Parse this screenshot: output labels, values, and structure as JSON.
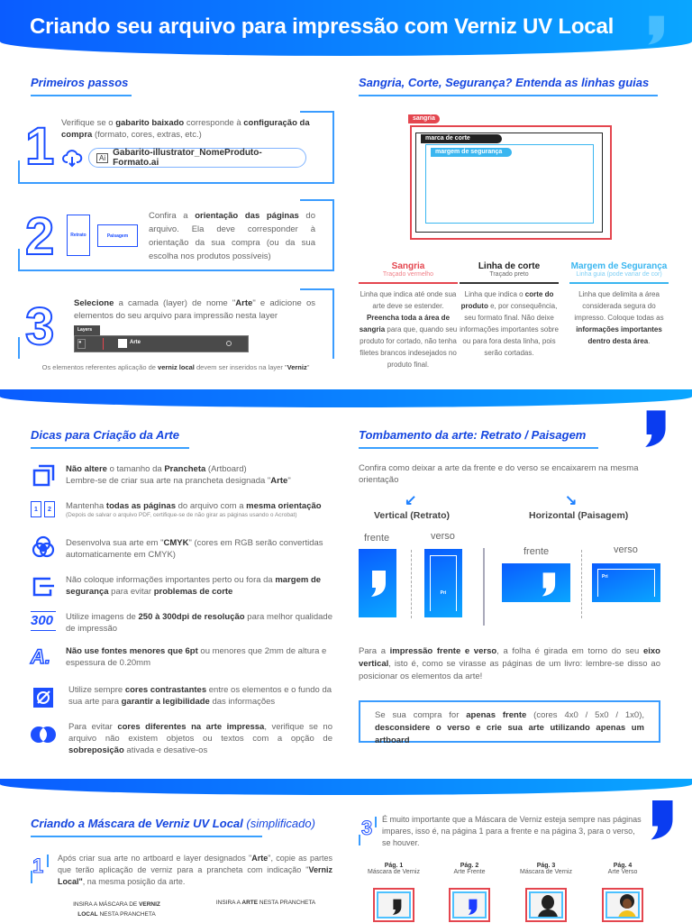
{
  "header": {
    "title": "Criando seu arquivo para impressão com Verniz UV Local"
  },
  "colors": {
    "brand_blue": "#1546e0",
    "gradient_start": "#0a5cff",
    "gradient_end": "#0aa6ff",
    "sangria": "#e4464f",
    "corte": "#222222",
    "seguranca": "#3ab6f0"
  },
  "primeiros": {
    "title": "Primeiros passos",
    "steps": [
      {
        "num": "1",
        "text": [
          [
            "Verifique se o ",
            0
          ],
          [
            "gabarito baixado",
            1
          ],
          [
            " corresponde à ",
            0
          ],
          [
            "configuração da compra",
            1
          ],
          [
            " (formato, cores, extras, etc.)",
            0
          ]
        ],
        "file_icon": "Ai",
        "file_name": "Gabarito-illustrator_NomeProduto-Formato.ai"
      },
      {
        "num": "2",
        "retrato": "Retrato",
        "paisagem": "Paisagem",
        "text": [
          [
            "Confira a ",
            0
          ],
          [
            "orientação das páginas",
            1
          ],
          [
            " do arquivo. Ela deve corresponder à orientação da sua compra (ou da sua escolha nos produtos possíveis)",
            0
          ]
        ]
      },
      {
        "num": "3",
        "text": [
          [
            "Selecione",
            1
          ],
          [
            " a camada (layer) de nome \"",
            0
          ],
          [
            "Arte",
            1
          ],
          [
            "\" e adicione os elementos do seu arquivo para impressão nesta layer",
            0
          ]
        ],
        "layers_tab": "Layers",
        "layer_name": "Arte"
      }
    ],
    "caption": [
      [
        "Os elementos referentes aplicação de ",
        0
      ],
      [
        "verniz local",
        1
      ],
      [
        " devem ser inseridos na layer \"",
        0
      ],
      [
        "Verniz",
        1
      ],
      [
        "\"",
        0
      ]
    ]
  },
  "linhas": {
    "title": "Sangria, Corte, Segurança? Entenda as linhas guias",
    "tags": {
      "sangria": "sangria",
      "corte": "marca de corte",
      "seguranca": "margem de segurança"
    },
    "cols": [
      {
        "title": "Sangria",
        "sub": "Traçado vermelho",
        "body": [
          [
            "Linha que indica até onde sua arte deve se estender. ",
            0
          ],
          [
            "Preencha toda a área de sangria",
            1
          ],
          [
            " para que, quando seu produto for cortado, não tenha filetes brancos indesejados no produto final.",
            0
          ]
        ]
      },
      {
        "title": "Linha de corte",
        "sub": "Traçado preto",
        "body": [
          [
            "Linha que indica o ",
            0
          ],
          [
            "corte do produto",
            1
          ],
          [
            " e, por consequência, seu formato final. Não deixe informações importantes sobre ou para fora desta linha, pois serão cortadas.",
            0
          ]
        ]
      },
      {
        "title": "Margem de Segurança",
        "sub": "Linha guia (pode variar de cor)",
        "body": [
          [
            "Linha que delimita a área considerada segura do impresso. Coloque todas as ",
            0
          ],
          [
            "informações importantes dentro desta área",
            1
          ],
          [
            ".",
            0
          ]
        ]
      }
    ]
  },
  "dicas": {
    "title": "Dicas para Criação da Arte",
    "items": [
      {
        "icon": "artboard-icon",
        "text": [
          [
            "Não altere",
            1
          ],
          [
            " o tamanho da ",
            0
          ],
          [
            "Prancheta",
            1
          ],
          [
            " (Artboard)\nLembre-se de criar sua arte na prancheta designada \"",
            0
          ],
          [
            "Arte",
            1
          ],
          [
            "\"",
            0
          ]
        ]
      },
      {
        "icon": "pages-icon",
        "p1": "1",
        "p2": "2",
        "text": [
          [
            "Mantenha ",
            0
          ],
          [
            "todas as páginas",
            1
          ],
          [
            " do arquivo com a ",
            0
          ],
          [
            "mesma orientação",
            1
          ]
        ],
        "note": "(Depois de salvar o arquivo PDF, certifique-se de não girar as páginas usando o Acrobat)"
      },
      {
        "icon": "cmyk-icon",
        "text": [
          [
            "Desenvolva sua arte em \"",
            0
          ],
          [
            "CMYK",
            1
          ],
          [
            "\" (cores em RGB serão convertidas automaticamente em CMYK)",
            0
          ]
        ]
      },
      {
        "icon": "safety-margin-icon",
        "text": [
          [
            "Não coloque informações importantes perto ou fora da ",
            0
          ],
          [
            "margem de segurança",
            1
          ],
          [
            " para evitar ",
            0
          ],
          [
            "problemas de corte",
            1
          ]
        ]
      },
      {
        "icon": "resolution-icon",
        "glyph": "300",
        "text": [
          [
            "Utilize imagens de ",
            0
          ],
          [
            "250 à 300dpi de resolução",
            1
          ],
          [
            " para melhor qualidade de impressão",
            0
          ]
        ]
      },
      {
        "icon": "font-size-icon",
        "glyph": "A.",
        "text": [
          [
            "Não use fontes menores que 6pt",
            1
          ],
          [
            " ou menores que 2mm de altura e espessura de 0.20mm",
            0
          ]
        ]
      },
      {
        "icon": "contrast-icon",
        "text": [
          [
            "Utilize sempre ",
            0
          ],
          [
            "cores contrastantes",
            1
          ],
          [
            " entre os elementos e o fundo da sua arte para ",
            0
          ],
          [
            "garantir a legibilidade",
            1
          ],
          [
            " das informações",
            0
          ]
        ]
      },
      {
        "icon": "overprint-icon",
        "text": [
          [
            "Para evitar ",
            0
          ],
          [
            "cores diferentes na arte impressa",
            1
          ],
          [
            ", verifique se no arquivo não existem objetos ou textos com a opção de ",
            0
          ],
          [
            "sobreposição",
            1
          ],
          [
            " ativada e desative-os",
            0
          ]
        ]
      }
    ]
  },
  "tombamento": {
    "title": "Tombamento da arte: Retrato / Paisagem",
    "intro": "Confira como deixar a arte da frente e do verso se encaixarem na mesma orientação",
    "vertical": "Vertical (Retrato)",
    "horizontal": "Horizontal (Paisagem)",
    "frente": "frente",
    "verso": "verso",
    "card_name": "Pri",
    "para": [
      [
        "Para a ",
        0
      ],
      [
        "impressão frente e verso",
        1
      ],
      [
        ", a folha é girada em torno do seu ",
        0
      ],
      [
        "eixo vertical",
        1
      ],
      [
        ", isto é, como se virasse as páginas de um livro: lembre-se disso ao posicionar os elementos da arte!",
        0
      ]
    ],
    "note": [
      [
        "Se sua compra for ",
        0
      ],
      [
        "apenas frente",
        1
      ],
      [
        " (cores 4x0 / 5x0 / 1x0), ",
        0
      ],
      [
        "desconsidere o verso e crie sua arte utilizando apenas um artboard",
        1
      ]
    ]
  },
  "mascara": {
    "title": "Criando a Máscara de Verniz UV Local",
    "title_suffix": " (simplificado)",
    "step1_num": "1",
    "step1": [
      [
        "Após criar sua arte no artboard e layer designados \"",
        0
      ],
      [
        "Arte",
        1
      ],
      [
        "\", copie as partes que terão aplicação de verniz para a prancheta com indicação \"",
        0
      ],
      [
        "Verniz Local\"",
        1
      ],
      [
        ", na mesma posição da arte.",
        0
      ]
    ],
    "label_mask": [
      [
        "INSIRA A MÁSCARA DE ",
        0
      ],
      [
        "VERNIZ LOCAL",
        1
      ],
      [
        " NESTA PRANCHETA",
        0
      ]
    ],
    "label_art": [
      [
        "INSIRA A ",
        0
      ],
      [
        "ARTE",
        1
      ],
      [
        " NESTA PRANCHETA",
        0
      ]
    ],
    "step3_num": "3",
    "step3": "É muito importante que a Máscara de Verniz esteja sempre nas páginas impares, isso é, na página 1 para a frente e na página 3, para o verso, se houver.",
    "pages": [
      {
        "title": "Pág. 1",
        "sub": "Máscara de Verniz"
      },
      {
        "title": "Pág. 2",
        "sub": "Arte Frente"
      },
      {
        "title": "Pág. 3",
        "sub": "Máscara de Verniz"
      },
      {
        "title": "Pág. 4",
        "sub": "Arte Verso"
      }
    ]
  }
}
